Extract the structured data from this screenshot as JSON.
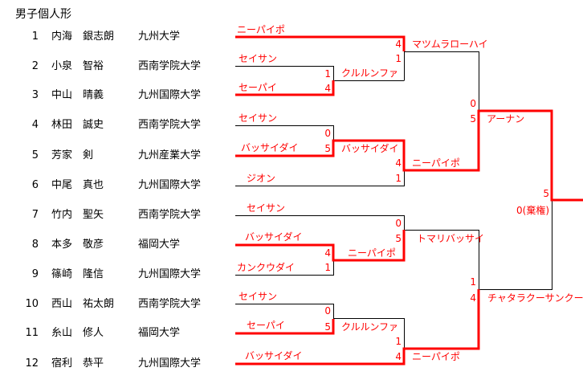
{
  "title": "男子個人形",
  "players": [
    {
      "seed": "1",
      "name": "内海　銀志朗",
      "school": "九州大学",
      "entry": "ニーパイポ"
    },
    {
      "seed": "2",
      "name": "小泉　智裕",
      "school": "西南学院大学",
      "entry": "セイサン"
    },
    {
      "seed": "3",
      "name": "中山　晴義",
      "school": "九州国際大学",
      "entry": "セーパイ"
    },
    {
      "seed": "4",
      "name": "林田　誠史",
      "school": "西南学院大学",
      "entry": "セイサン"
    },
    {
      "seed": "5",
      "name": "芳家　剣",
      "school": "九州産業大学",
      "entry": "バッサイダイ"
    },
    {
      "seed": "6",
      "name": "中尾　真也",
      "school": "九州国際大学",
      "entry": "ジオン"
    },
    {
      "seed": "7",
      "name": "竹内　聖矢",
      "school": "西南学院大学",
      "entry": "セイサン"
    },
    {
      "seed": "8",
      "name": "本多　敬彦",
      "school": "福岡大学",
      "entry": "バッサイダイ"
    },
    {
      "seed": "9",
      "name": "篠崎　隆信",
      "school": "九州国際大学",
      "entry": "カンクウダイ"
    },
    {
      "seed": "10",
      "name": "西山　祐太朗",
      "school": "西南学院大学",
      "entry": "セイサン"
    },
    {
      "seed": "11",
      "name": "糸山　修人",
      "school": "福岡大学",
      "entry": "セーパイ"
    },
    {
      "seed": "12",
      "name": "宿利　恭平",
      "school": "九州国際大学",
      "entry": "バッサイダイ"
    }
  ],
  "matches": {
    "m2v3": {
      "top": "1",
      "bottom": "4",
      "label": "クルルンファ"
    },
    "m1vA": {
      "top": "4",
      "bottom": "1",
      "label": "マツムラローハイ"
    },
    "m4v5": {
      "top": "0",
      "bottom": "5",
      "label": "バッサイダイ"
    },
    "mCv6": {
      "top": "4",
      "bottom": "1",
      "label": "ニーパイポ"
    },
    "semi1": {
      "top": "0",
      "bottom": "5",
      "label": "アーナン"
    },
    "m8v9": {
      "top": "4",
      "bottom": "1",
      "label": "ニーパイポ"
    },
    "m7vF": {
      "top": "0",
      "bottom": "5",
      "label": "トマリバッサイ"
    },
    "m10v11": {
      "top": "0",
      "bottom": "5",
      "label": "クルルンファ"
    },
    "mHv12": {
      "top": "1",
      "bottom": "4",
      "label": "ニーパイポ"
    },
    "semi2": {
      "top": "1",
      "bottom": "4",
      "label": "チャタラクーサンクー"
    },
    "final": {
      "top": "5",
      "bottom": "0(棄権)"
    }
  },
  "colors": {
    "winner": "#ff0000",
    "loser": "#000000"
  }
}
